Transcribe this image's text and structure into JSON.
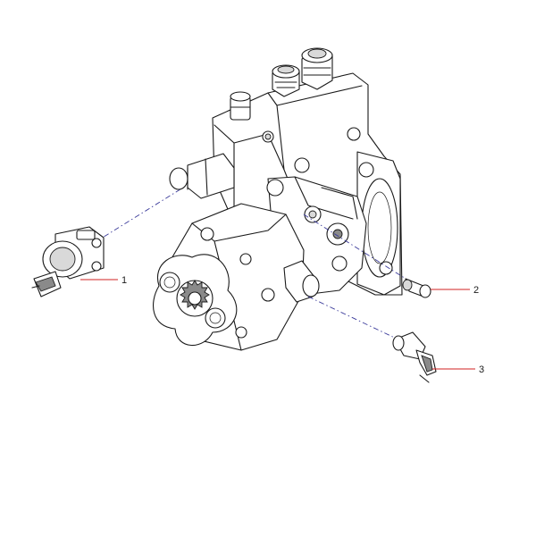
{
  "callouts": [
    {
      "label": "1"
    },
    {
      "label": "2"
    },
    {
      "label": "3"
    }
  ],
  "colors": {
    "leader_line": "#d02020",
    "center_line": "#3a3a9a",
    "outline": "#1a1a1a"
  }
}
